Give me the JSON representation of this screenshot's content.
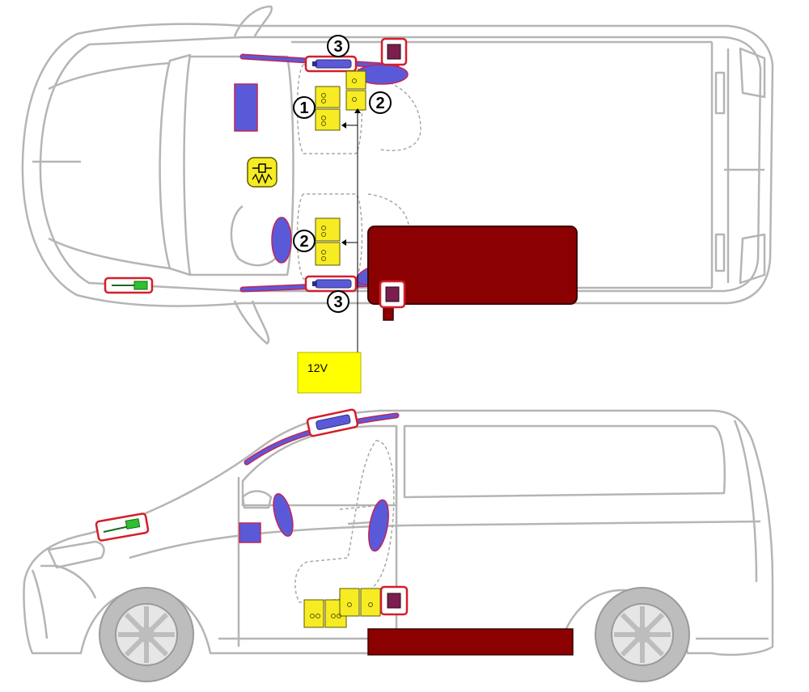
{
  "diagram": {
    "views": [
      "top-view",
      "side-view"
    ],
    "callouts": {
      "one": "1",
      "two_driver": "2",
      "two_passenger": "2",
      "three_top": "3",
      "three_bottom": "3"
    },
    "battery_label": "12V",
    "colors": {
      "outline": "#b5b5b5",
      "highlight_box": "#d31f2a",
      "airbag": "#5a5ad8",
      "airbag_edge": "#c0245a",
      "battery_pack": "#8b0000",
      "module": "#7a1f4e",
      "sensor_yellow": "#f7ec23",
      "battery_yellow": "#ffff00",
      "green_part": "#2ec02e"
    },
    "icons": [
      "gas-generator-icon",
      "pretensioner-icon",
      "airbag-icon",
      "control-unit-icon",
      "hv-battery-icon",
      "low-voltage-battery-icon",
      "hood-strut-icon"
    ]
  }
}
